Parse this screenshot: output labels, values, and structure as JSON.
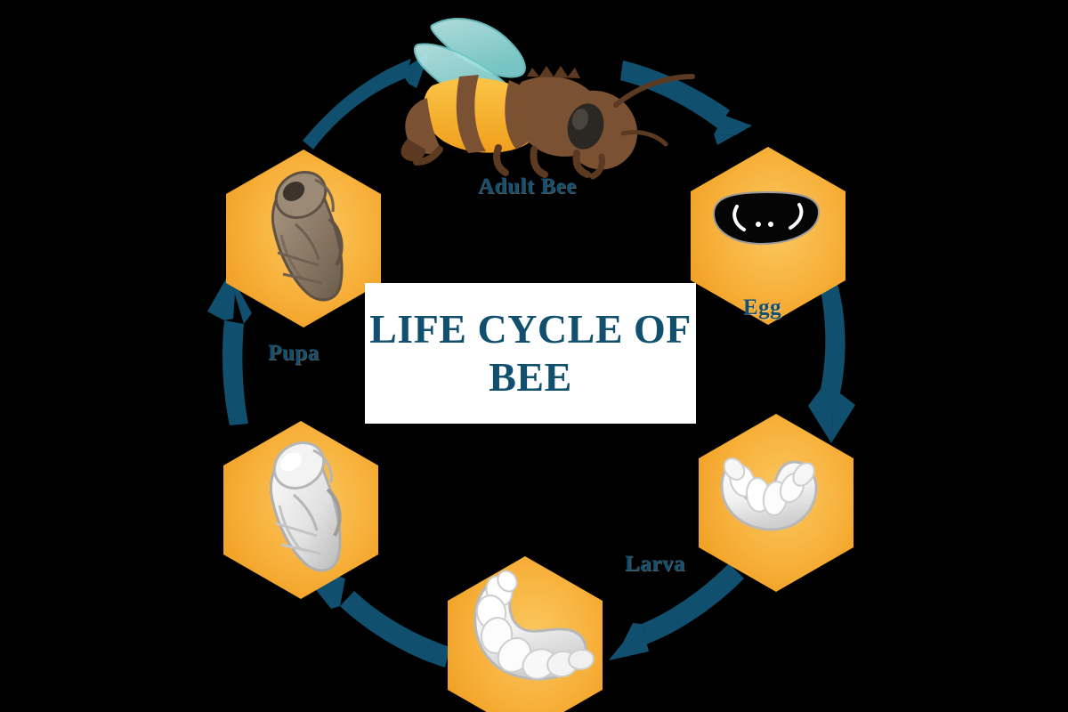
{
  "diagram": {
    "kind": "life-cycle-circular-diagram",
    "subject": "Bee",
    "flow_direction": "clockwise",
    "background_color": "#000000"
  },
  "title": {
    "line1": "LIFE CYCLE OF",
    "line2": "BEE",
    "text_color": "#10506E",
    "card_background": "#FFFFFF"
  },
  "colors": {
    "arrow": "#10506E",
    "label_text": "#135070",
    "hex_light": "#FBC05A",
    "hex_mid": "#F5A623",
    "hex_dark": "#EC9A1E",
    "bee_body": "#7A5132",
    "bee_body_dark": "#5B3A21",
    "bee_stripe": "#F5A623",
    "bee_stripe_light": "#FBBF3B",
    "bee_wing": "#9FE0DF",
    "larva_white": "#FFFFFF",
    "larva_shade": "#D9D9D9",
    "pupa_pale": "#E7E7E7",
    "pupa_dark": "#8C7A66",
    "egg_dark": "#050505"
  },
  "stages": [
    {
      "id": "adult-bee",
      "label": "Adult Bee",
      "icon": "bee-icon",
      "order": 1,
      "has_hexagon": false
    },
    {
      "id": "egg",
      "label": "Egg",
      "icon": "egg-icon",
      "order": 2,
      "has_hexagon": true
    },
    {
      "id": "larva",
      "label": "Larva",
      "icon": "larva-icon",
      "order": 3,
      "has_hexagon": true
    },
    {
      "id": "larva-late",
      "label": "",
      "icon": "larva-large-icon",
      "order": 4,
      "has_hexagon": true
    },
    {
      "id": "pupa-early",
      "label": "",
      "icon": "pupa-pale-icon",
      "order": 5,
      "has_hexagon": true
    },
    {
      "id": "pupa",
      "label": "Pupa",
      "icon": "pupa-dark-icon",
      "order": 6,
      "has_hexagon": true
    }
  ],
  "arrows": [
    {
      "id": "arrow-adult-to-egg",
      "from": "adult-bee",
      "to": "egg",
      "direction": "clockwise"
    },
    {
      "id": "arrow-egg-to-larva",
      "from": "egg",
      "to": "larva",
      "direction": "clockwise"
    },
    {
      "id": "arrow-larva-to-larva-late",
      "from": "larva",
      "to": "larva-late",
      "direction": "clockwise"
    },
    {
      "id": "arrow-larva-late-to-pupa-early",
      "from": "larva-late",
      "to": "pupa-early",
      "direction": "clockwise"
    },
    {
      "id": "arrow-pupa-early-to-pupa",
      "from": "pupa-early",
      "to": "pupa",
      "direction": "clockwise"
    },
    {
      "id": "arrow-pupa-to-adult",
      "from": "pupa",
      "to": "adult-bee",
      "direction": "clockwise"
    }
  ]
}
